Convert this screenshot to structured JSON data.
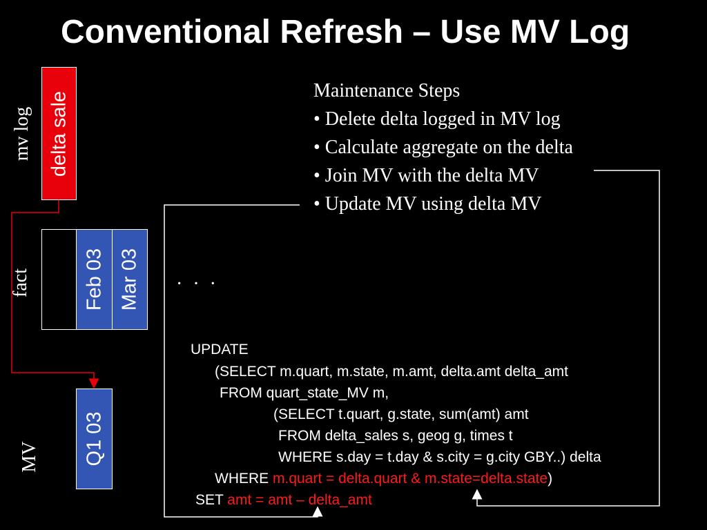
{
  "title": "Conventional Refresh – Use MV Log",
  "labels": {
    "mv_log": "mv log",
    "fact": "fact",
    "mv": "MV"
  },
  "boxes": {
    "delta_sale": "delta sale",
    "feb": "Feb 03",
    "mar": "Mar 03",
    "q1": "Q1 03"
  },
  "steps": {
    "heading": "Maintenance Steps",
    "items": [
      "• Delete delta logged in MV log",
      "• Calculate aggregate on the delta",
      "• Join MV with the delta MV",
      "• Update MV using delta MV"
    ]
  },
  "ellipsis": "· · ·",
  "sql": {
    "line1": "UPDATE",
    "line2": "(SELECT m.quart, m.state, m.amt, delta.amt delta_amt",
    "line3": "FROM quart_state_MV  m,",
    "line4": "(SELECT t.quart, g.state, sum(amt) amt",
    "line5": "FROM delta_sales s, geog g, times t",
    "line6": "WHERE s.day = t.day & s.city = g.city GBY..) delta",
    "line7_prefix": "WHERE ",
    "line7_red": "m.quart = delta.quart & m.state=delta.state",
    "line7_suffix": ")",
    "line8_prefix": "SET ",
    "line8_red": "amt = amt – delta_amt"
  },
  "colors": {
    "background": "#000000",
    "delta_box": "#e8000b",
    "partition_box": "#3355b3",
    "connector_red": "#e8000b",
    "highlight_text": "#ff1a1a"
  }
}
